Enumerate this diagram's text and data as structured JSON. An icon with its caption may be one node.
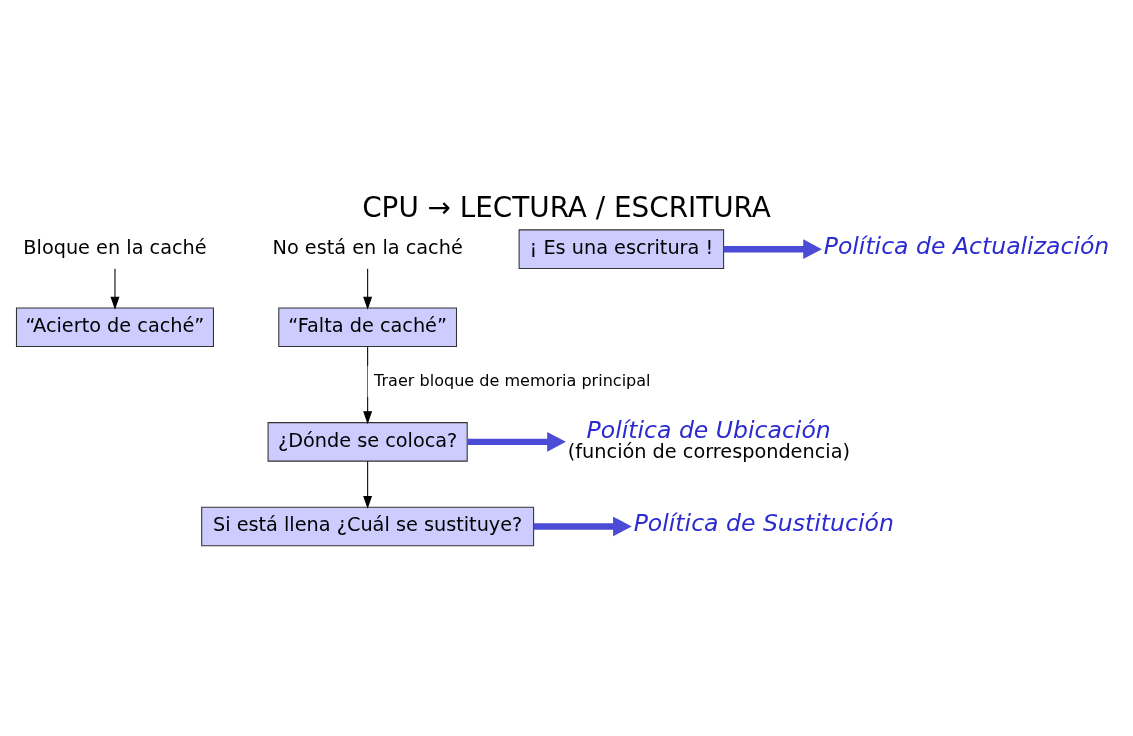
{
  "diagram": {
    "title": "CPU → LECTURA / ESCRITURA",
    "nodes": [
      {
        "text": [
          "Bloque en la caché"
        ]
      },
      {
        "text": [
          "“Acierto de caché”"
        ]
      },
      {
        "text": [
          "No está en la caché"
        ]
      },
      {
        "text": [
          "“Falta de caché”"
        ]
      },
      {
        "text": [
          "¿Dónde se coloca?"
        ]
      },
      {
        "text": [
          "Si está llena ¿Cuál se sustituye?"
        ]
      },
      {
        "text": [
          "¡ Es una escritura !"
        ]
      },
      {
        "text": [
          "Política de Ubicación"
        ],
        "beside": [
          "(función de correspondencia)"
        ]
      },
      {
        "text": [
          "Política de Sustitución"
        ]
      },
      {
        "text": [
          "Política de Actualización"
        ]
      }
    ],
    "edges": [
      {
        "from": 0,
        "to": 1,
        "arrow": "to"
      },
      {
        "from": 2,
        "to": 3,
        "arrow": "to"
      },
      {
        "from": 3,
        "to": 4,
        "arrow": "to",
        "label": "Traer bloque de memoria principal"
      },
      {
        "from": 4,
        "to": 5,
        "arrow": "to"
      },
      {
        "from": 4,
        "to": 7,
        "arrow": "to",
        "style": "thick",
        "color": "#4b4bd6"
      },
      {
        "from": 5,
        "to": 8,
        "arrow": "to",
        "style": "thick",
        "color": "#4b4bd6"
      },
      {
        "from": 6,
        "to": 9,
        "arrow": "to",
        "style": "thick",
        "color": "#4b4bd6"
      }
    ]
  }
}
